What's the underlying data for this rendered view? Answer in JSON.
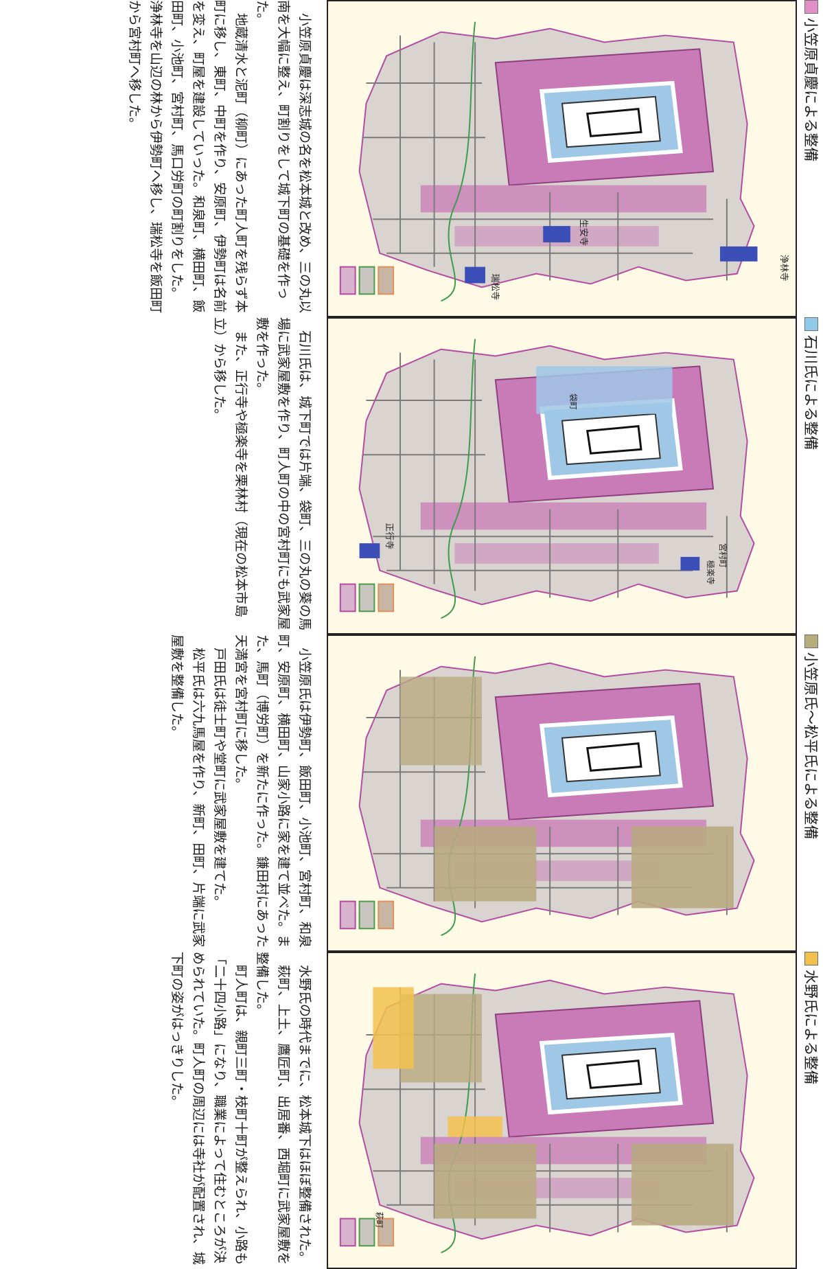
{
  "colors": {
    "pink_legend": "#e28fc8",
    "blue_legend": "#8ecbea",
    "khaki_legend": "#b7ad7a",
    "orange_legend": "#f2c14d",
    "map_bg": "#fffae6",
    "pink_area": "#c97bb8",
    "blue_area": "#9fc7e6",
    "khaki_area": "#b9aa82",
    "gray_area": "#d9d4cf",
    "temple": "#3c4fb8"
  },
  "panels": [
    {
      "legend": "小笠原貞慶による整備",
      "labels": [
        "浄林寺",
        "生安寺",
        "瑞松寺"
      ],
      "paragraphs": [
        "小笠原貞慶は深志城の名を松本城と改め、三の丸以南を大幅に整え、町割りをして城下町の基礎を作った。",
        "地蔵清水と泥町（柳町）にあった町人町を残らず本町に移し、東町、中町を作り、安原町、伊勢町は名前を変え、町屋を建設していった。和泉町、横田町、飯田町、小池町、宮村町、馬口労町の町割りをした。",
        "浄林寺を山辺の林から伊勢町へ移し、瑞松寺を飯田町から宮村町へ移した。"
      ]
    },
    {
      "legend": "石川氏による整備",
      "labels": [
        "袋町",
        "正行寺",
        "宮村町",
        "極楽寺"
      ],
      "paragraphs": [
        "石川氏は、城下町では片端、袋町、三の丸の葵の馬場に武家屋敷を作り、町人町の中の宮村町にも武家屋敷を作った。",
        "また、正行寺や極楽寺を栗林村（現在の松本市島立）から移した。"
      ]
    },
    {
      "legend": "小笠原氏～松平氏による整備",
      "labels": [],
      "paragraphs": [
        "小笠原氏は伊勢町、飯田町、小池町、宮村町、和泉町、安原町、横田町、山家小路に家を建て並べた。また、馬町（博労町）を新たに作った。鎌田村にあった天満宮を宮村町に移した。",
        "戸田氏は徒士町や堂町に武家屋敷を建てた。",
        "松平氏は六九馬屋を作り、新町、田町、片端に武家屋敷を整備した。"
      ]
    },
    {
      "legend": "水野氏による整備",
      "labels": [
        "萩町"
      ],
      "paragraphs": [
        "水野氏の時代までに、松本城下はほぼ整備された。",
        "萩町、上土、鷹匠町、出居番、西堀町に武家屋敷を整備した。",
        "町人町は、親町三町・枝町十町が整えられ、小路も「二十四小路」になり、職業によって住むところが決められていた。町人町の周辺には寺社が配置され、城下町の姿がはっきりした。"
      ]
    }
  ]
}
